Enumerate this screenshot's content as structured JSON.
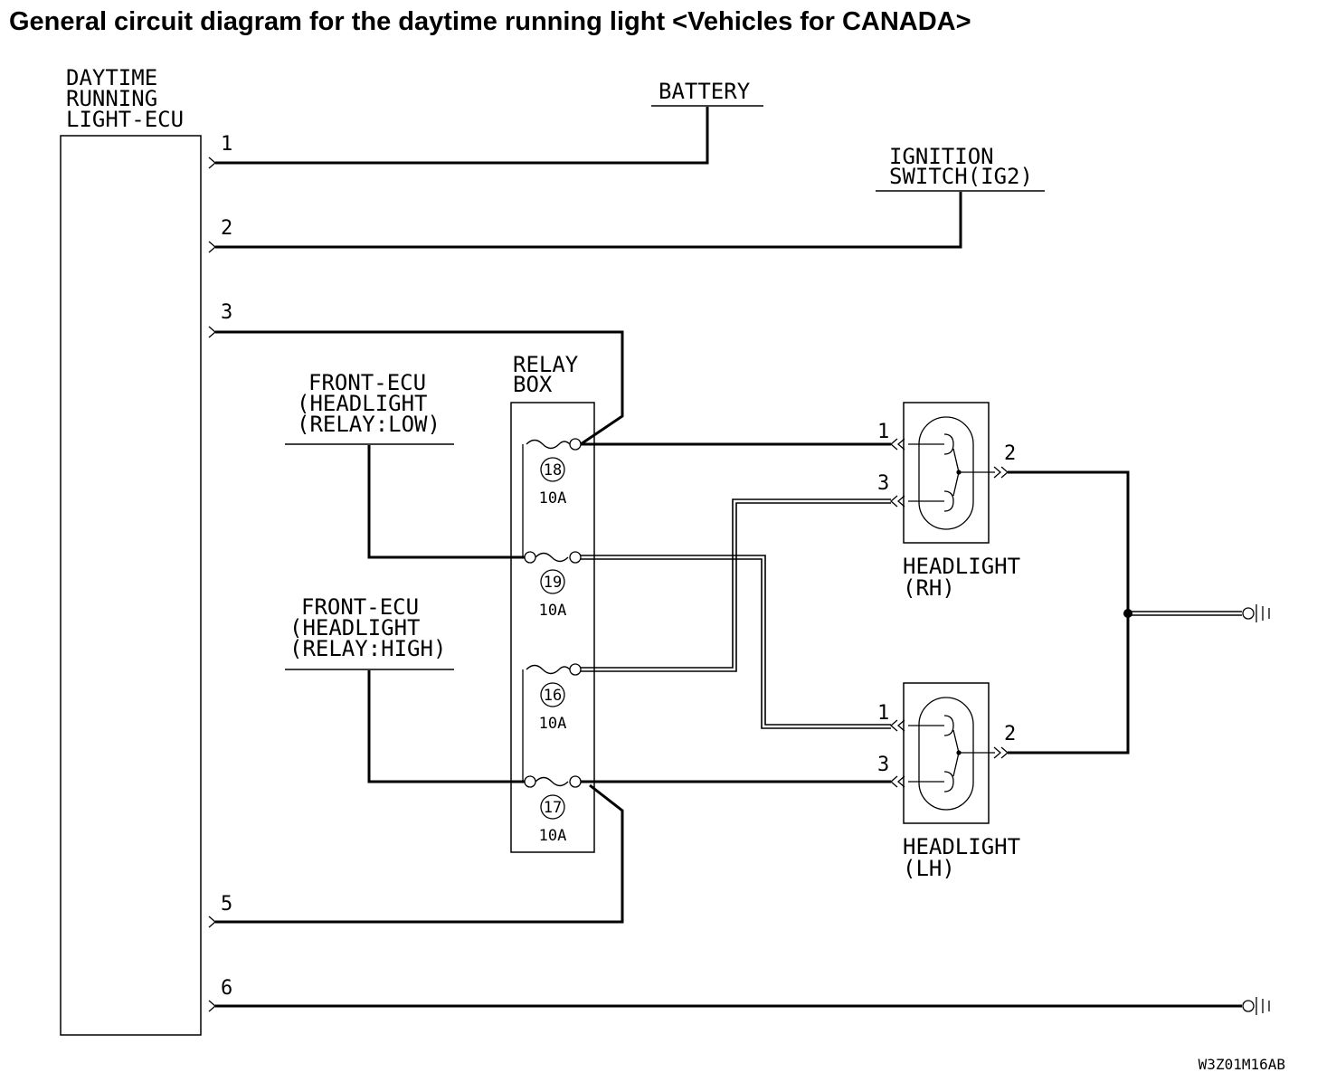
{
  "title": "General circuit diagram for the daytime running light <Vehicles for CANADA>",
  "drawing_code": "W3Z01M16AB",
  "ecu": {
    "label_lines": [
      "DAYTIME",
      "RUNNING",
      "LIGHT-ECU"
    ],
    "pins": [
      "1",
      "2",
      "3",
      "5",
      "6"
    ]
  },
  "battery": {
    "label": "BATTERY"
  },
  "ignition": {
    "label_lines": [
      "IGNITION",
      "SWITCH(IG2)"
    ]
  },
  "front_ecu_low": {
    "label_lines": [
      "FRONT-ECU",
      "(HEADLIGHT",
      "(RELAY:LOW)"
    ]
  },
  "front_ecu_high": {
    "label_lines": [
      "FRONT-ECU",
      "(HEADLIGHT",
      "(RELAY:HIGH)"
    ]
  },
  "relay_box": {
    "label_lines": [
      "RELAY",
      "BOX"
    ],
    "fuses": [
      {
        "number": "18",
        "amp": "10A"
      },
      {
        "number": "19",
        "amp": "10A"
      },
      {
        "number": "16",
        "amp": "10A"
      },
      {
        "number": "17",
        "amp": "10A"
      }
    ]
  },
  "headlight_rh": {
    "label_lines": [
      "HEADLIGHT",
      "(RH)"
    ],
    "pins": [
      "1",
      "3",
      "2"
    ]
  },
  "headlight_lh": {
    "label_lines": [
      "HEADLIGHT",
      "(LH)"
    ],
    "pins": [
      "1",
      "3",
      "2"
    ]
  },
  "colors": {
    "ink": "#000000",
    "background": "#ffffff"
  }
}
